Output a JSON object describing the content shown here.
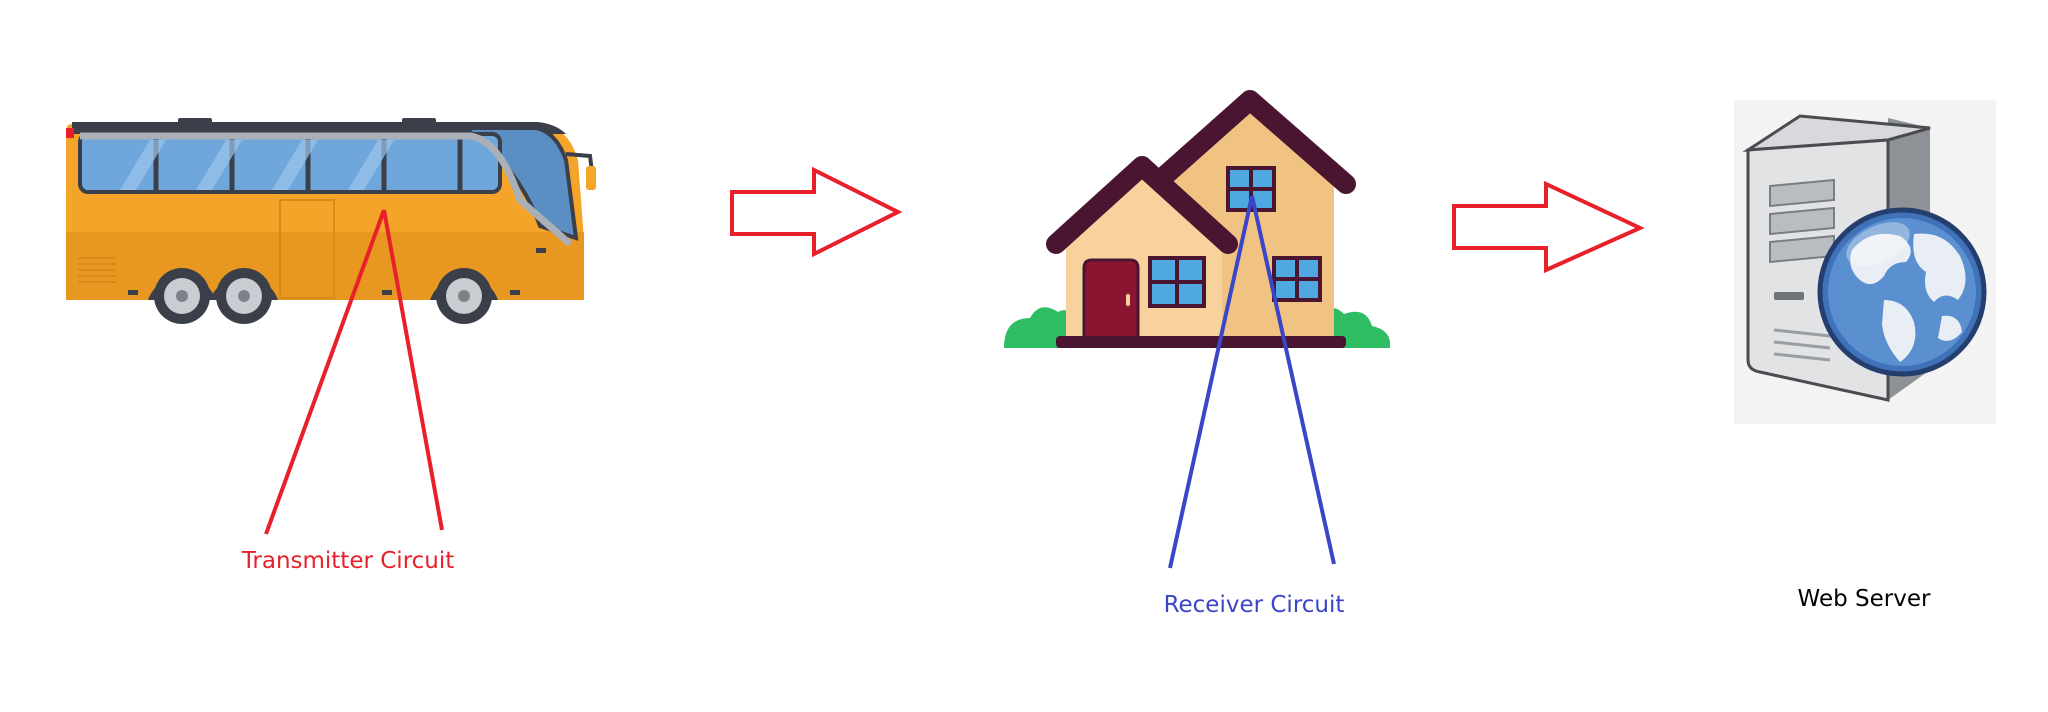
{
  "labels": {
    "transmitter": "Transmitter Circuit",
    "receiver": "Receiver Circuit",
    "server": "Web Server"
  },
  "colors": {
    "transmitter": "#e8202a",
    "receiver": "#3a45c8",
    "server": "#000000",
    "arrow": "#e8202a",
    "bus_body": "#f5a42a",
    "house_wall": "#f7d29c",
    "house_roof": "#4a1530",
    "window": "#4fa8e0",
    "bush": "#2ebd63",
    "globe": "#3f72b8"
  },
  "icons": [
    "bus-icon",
    "house-icon",
    "server-icon",
    "globe-icon",
    "arrow-right-icon"
  ]
}
